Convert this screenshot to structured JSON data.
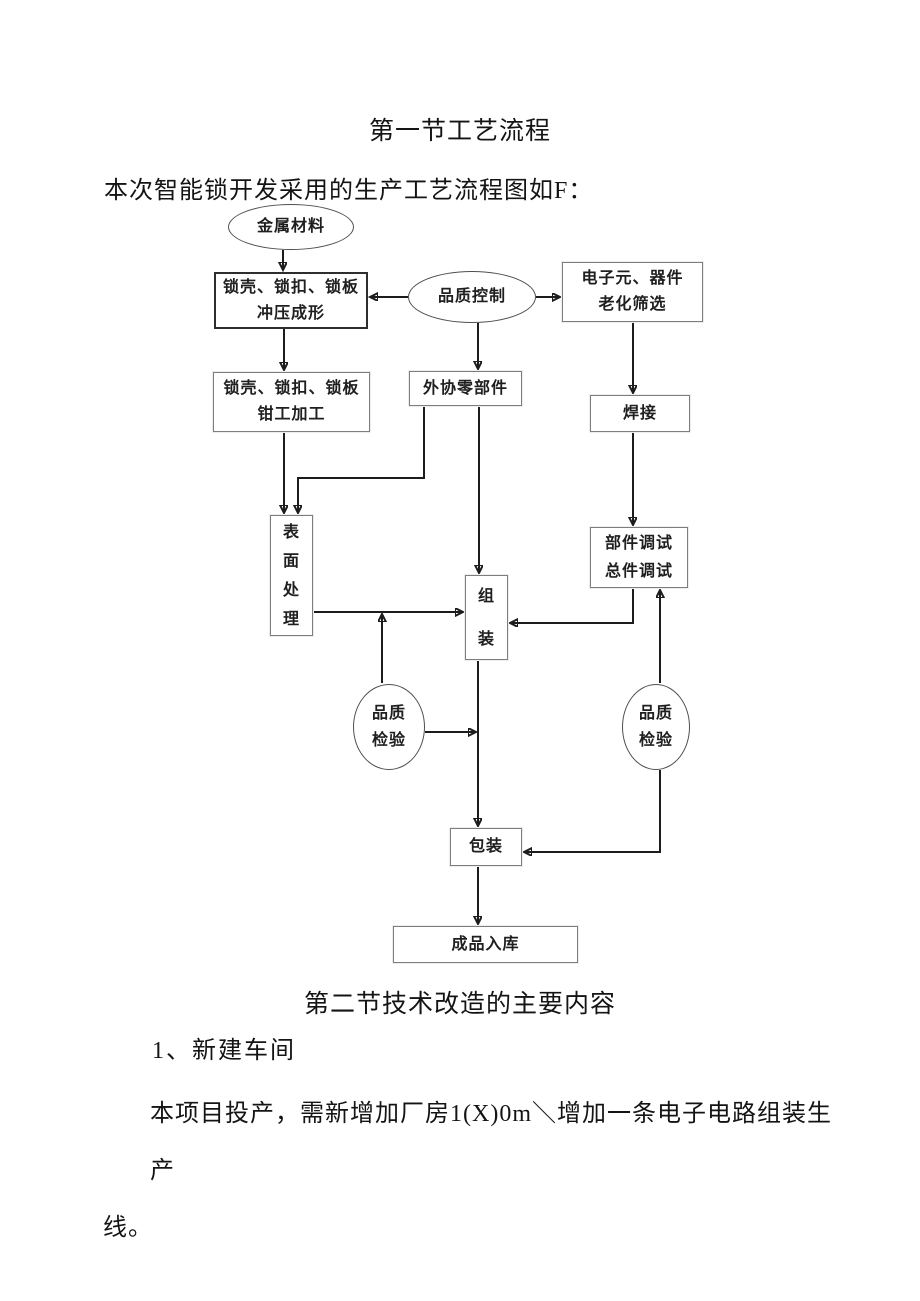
{
  "section1": {
    "title": "第一节工艺流程",
    "intro": "本次智能锁开发采用的生产工艺流程图如F："
  },
  "flowchart": {
    "nodes": {
      "metal": "金属材料",
      "stamping": "锁壳、锁扣、锁板\n冲压成形",
      "quality_control": "品质控制",
      "electronic": "电子元、器件\n老化筛选",
      "fitter": "锁壳、锁扣、锁板\n钳工加工",
      "outsourced": "外协零部件",
      "welding": "焊接",
      "surface": "表\n面\n处\n理",
      "debug": "部件调试\n总件调试",
      "assembly": "组\n装",
      "inspect_left": "品质\n检验",
      "inspect_right": "品质\n检验",
      "packaging": "包装",
      "warehouse": "成品入库"
    },
    "line_color": "#1c1c1c",
    "box_border_color": "#7d7d7d",
    "bold_box_border_color": "#2e2e2e"
  },
  "section2": {
    "title": "第二节技术改造的主要内容",
    "item1": "1、新建车间",
    "paragraph_lines": [
      "本项目投产，需新增加厂房1(X)0m＼增加一条电子电路组装生产",
      "线。"
    ]
  }
}
